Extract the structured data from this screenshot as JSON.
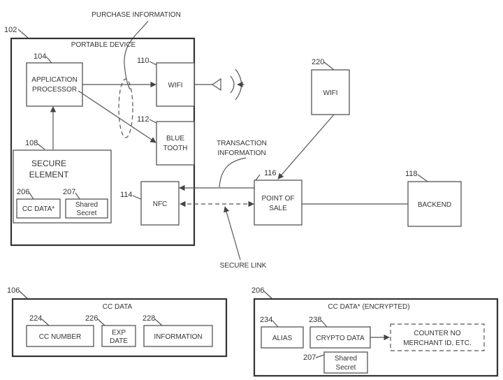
{
  "annotations": {
    "purchase_information": "PURCHASE INFORMATION",
    "transaction_information_1": "TRANSACTION",
    "transaction_information_2": "INFORMATION",
    "secure_link": "SECURE LINK"
  },
  "portable_device": {
    "ref": "102",
    "label": "PORTABLE DEVICE",
    "application_processor": {
      "ref": "104",
      "line1": "APPLICATION",
      "line2": "PROCESSOR"
    },
    "wifi": {
      "ref": "110",
      "label": "WIFI"
    },
    "bluetooth": {
      "ref": "112",
      "line1": "BLUE",
      "line2": "TOOTH"
    },
    "secure_element": {
      "ref": "108",
      "line1": "SECURE",
      "line2": "ELEMENT",
      "cc_data": {
        "ref": "206",
        "label": "CC DATA*"
      },
      "shared_secret": {
        "ref": "207",
        "line1": "Shared",
        "line2": "Secret"
      }
    },
    "nfc": {
      "ref": "114",
      "label": "NFC"
    }
  },
  "external_wifi": {
    "ref": "220",
    "label": "WIFI"
  },
  "point_of_sale": {
    "ref": "116",
    "line1": "POINT OF",
    "line2": "SALE"
  },
  "backend": {
    "ref": "118",
    "label": "BACKEND"
  },
  "cc_data_panel": {
    "ref": "106",
    "title": "CC DATA",
    "cc_number": {
      "ref": "224",
      "label": "CC NUMBER"
    },
    "exp_date": {
      "ref": "226",
      "line1": "EXP",
      "line2": "DATE"
    },
    "information": {
      "ref": "228",
      "label": "INFORMATION"
    }
  },
  "cc_data_encrypted_panel": {
    "ref": "206",
    "title": "CC DATA* (ENCRYPTED)",
    "alias": {
      "ref": "234",
      "label": "ALIAS"
    },
    "crypto_data": {
      "ref": "238",
      "label": "CRYPTO DATA"
    },
    "counter": {
      "line1": "COUNTER NO",
      "line2": "MERCHANT ID, ETC."
    },
    "shared_secret": {
      "ref": "207",
      "line1": "Shared",
      "line2": "Secret"
    }
  }
}
